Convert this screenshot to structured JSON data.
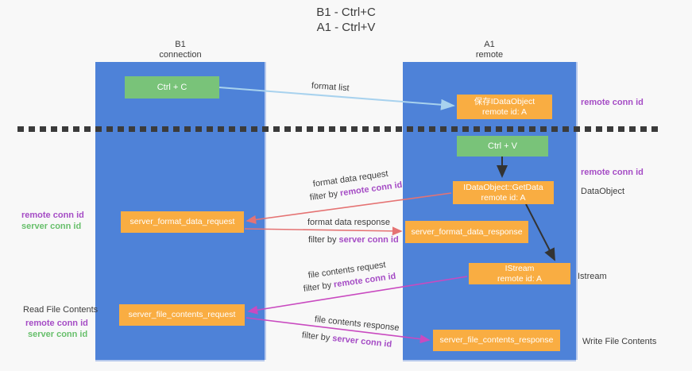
{
  "title": {
    "line1": "B1 - Ctrl+C",
    "line2": "A1 - Ctrl+V"
  },
  "lanes": {
    "left": {
      "title": "B1",
      "subtitle": "connection"
    },
    "right": {
      "title": "A1",
      "subtitle": "remote"
    }
  },
  "nodes": {
    "ctrl_c": {
      "label": "Ctrl + C"
    },
    "save_dataobject": {
      "line1": "保存IDataObject",
      "line2": "remote id: A"
    },
    "ctrl_v": {
      "label": "Ctrl + V"
    },
    "getdata": {
      "line1": "IDataObject::GetData",
      "line2": "remote id: A"
    },
    "server_format_data_request": {
      "label": "server_format_data_request"
    },
    "server_format_data_response": {
      "label": "server_format_data_response"
    },
    "istream": {
      "line1": "IStream",
      "line2": "remote id: A"
    },
    "server_file_contents_request": {
      "label": "server_file_contents_request"
    },
    "server_file_contents_response": {
      "label": "server_file_contents_response"
    }
  },
  "flows": {
    "format_list": {
      "label": "format list"
    },
    "format_data_request": {
      "label": "format data request",
      "filter_prefix": "filter by ",
      "filter_key": "remote conn id"
    },
    "format_data_response": {
      "label": "format data response",
      "filter_prefix": "filter by ",
      "filter_key": "server conn id"
    },
    "file_contents_request": {
      "label": "file contents request",
      "filter_prefix": "filter by ",
      "filter_key": "remote conn id"
    },
    "file_contents_response": {
      "label": "file contents response",
      "filter_prefix": "filter by ",
      "filter_key": "server conn id"
    }
  },
  "annotations": {
    "right_remote_conn_id_top": "remote conn id",
    "right_remote_conn_id_mid": "remote conn id",
    "dataobject": "DataObject",
    "istream": "Istream",
    "write_file_contents": "Write File Contents",
    "left_remote_conn_id_top": "remote conn id",
    "left_server_conn_id_top": "server conn id",
    "read_file_contents": "Read File Contents",
    "left_remote_conn_id_bottom": "remote conn id",
    "left_server_conn_id_bottom": "server conn id"
  },
  "colors": {
    "lane_blue": "#4e82d8",
    "box_green": "#79c379",
    "box_orange": "#f9ad42",
    "arrow_blue": "#a8d2ee",
    "arrow_red": "#e57373",
    "arrow_magenta": "#c94ac0",
    "arrow_black": "#333333",
    "text_purple": "#a54cc5",
    "text_green": "#67bf6b"
  }
}
